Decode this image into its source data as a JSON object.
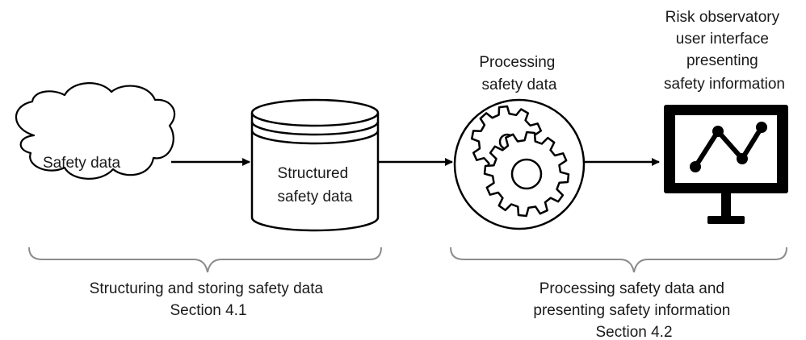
{
  "nodes": {
    "safety_data": {
      "label": "Safety data"
    },
    "structured_safety_data": {
      "label_lines": [
        "Structured",
        "safety data"
      ]
    },
    "processing": {
      "caption_lines": [
        "Processing",
        "safety data"
      ]
    },
    "user_interface": {
      "caption_lines": [
        "Risk observatory",
        "user interface",
        "presenting",
        "safety information"
      ]
    }
  },
  "sections": {
    "left": {
      "lines": [
        "Structuring and storing safety data",
        "Section 4.1"
      ]
    },
    "right": {
      "lines": [
        "Processing safety data and",
        "presenting safety information",
        "Section 4.2"
      ]
    }
  },
  "icons": [
    "cloud-icon",
    "database-icon",
    "gears-icon",
    "monitor-chart-icon"
  ],
  "colors": {
    "stroke": "#000000",
    "text": "#1a1a1a",
    "brace": "#8c8c8c",
    "background": "#ffffff"
  }
}
